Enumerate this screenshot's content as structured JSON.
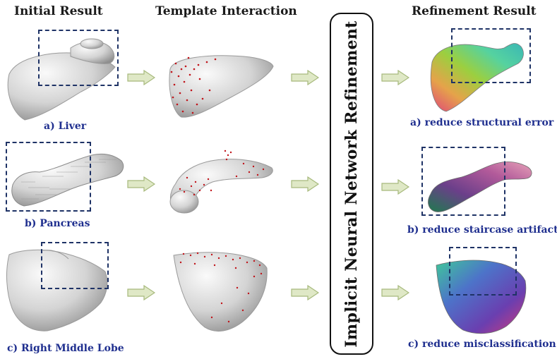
{
  "headers": {
    "col1": "Initial Result",
    "col2": "Template Interaction",
    "col4": "Refinement Result"
  },
  "center_label": "Implicit Neural Network Refinement",
  "captions": {
    "liver": "a) Liver",
    "pancreas": "b) Pancreas",
    "lobe": "c) Right Middle Lobe",
    "res_a": "a) reduce structural error",
    "res_b": "b) reduce staircase artifact",
    "res_c": "c) reduce misclassification"
  },
  "colors": {
    "arrow_fill": "#dfe8c6",
    "arrow_stroke": "#a7b97c",
    "dashed_box": "#1f3366",
    "caption": "#1f2f8f",
    "points": "#c0141a"
  }
}
